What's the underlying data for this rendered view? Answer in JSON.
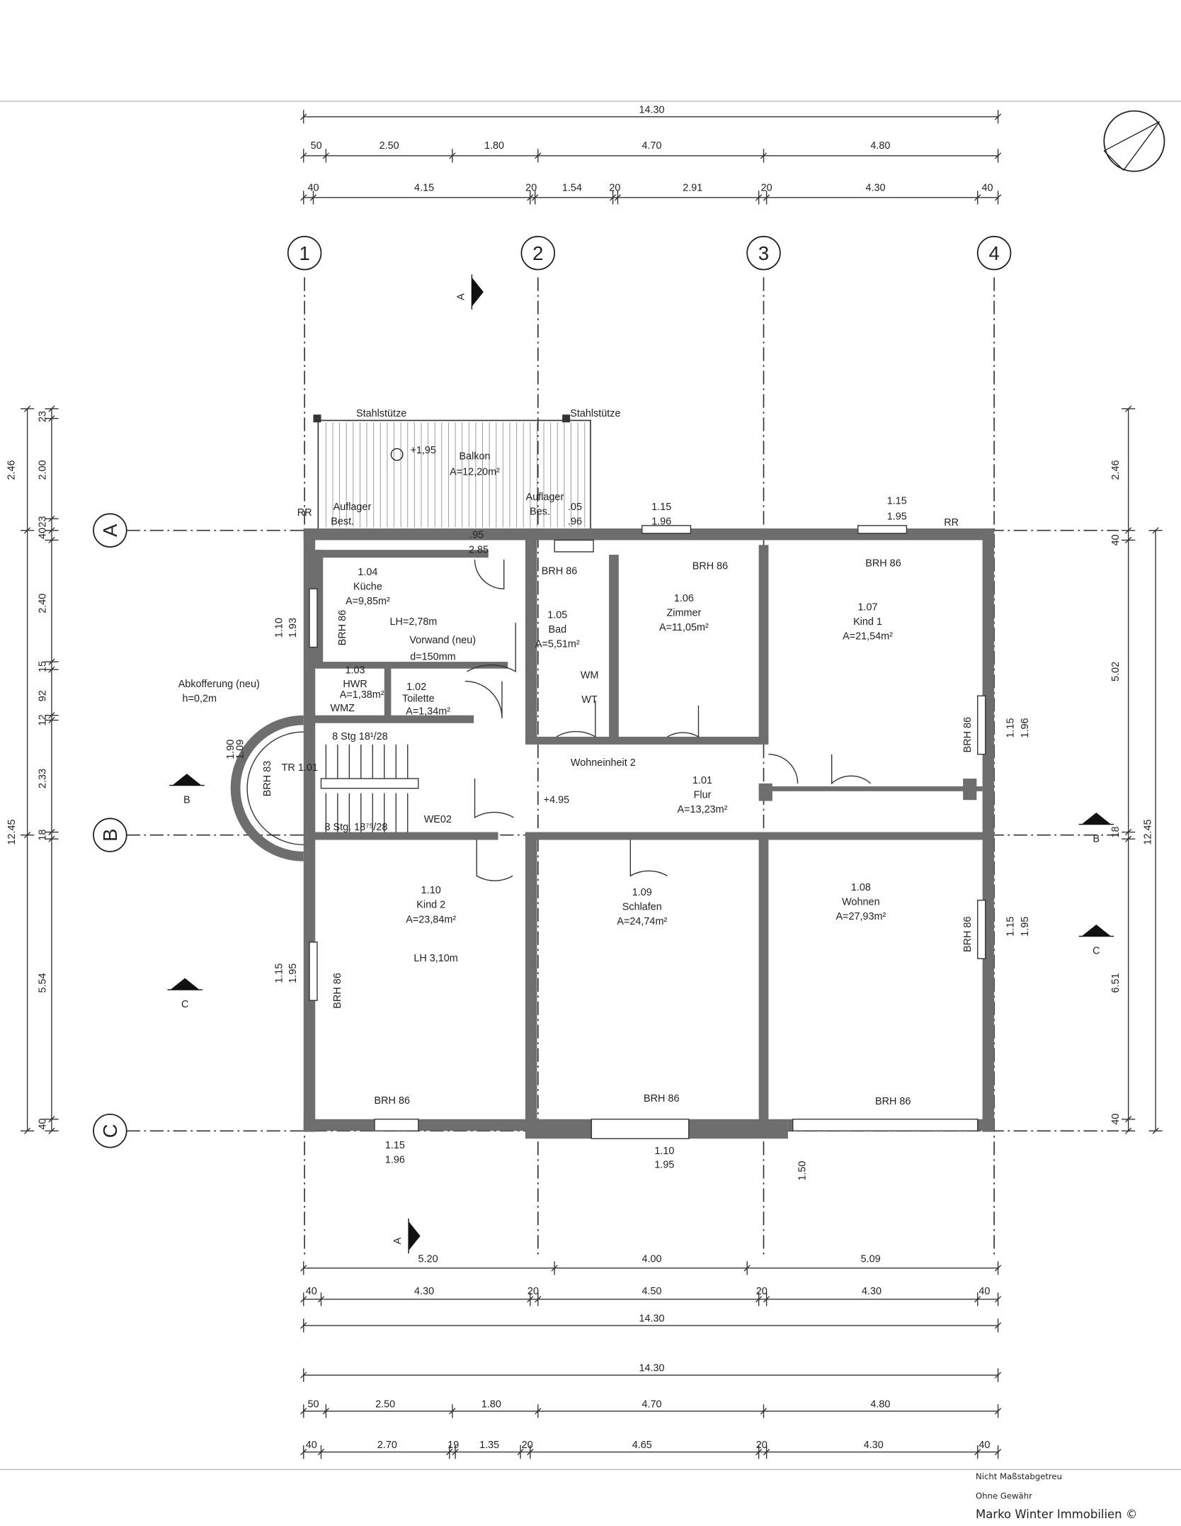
{
  "dims": {
    "top_total": "14.30",
    "top_row2": [
      "50",
      "2.50",
      "1.80",
      "4.70",
      "4.80"
    ],
    "top_row3": [
      "40",
      "4.15",
      "20",
      "1.54",
      "20",
      "2.91",
      "20",
      "4.30",
      "40"
    ],
    "left": [
      "2.46",
      "12.45",
      "23",
      "2.00",
      "40",
      "23",
      "2.40",
      "15",
      "92",
      "12",
      "2.33",
      "18",
      "5.54",
      "40"
    ],
    "right": [
      "2.46",
      "40",
      "5.02",
      "18",
      "6.51",
      "40",
      "12.45"
    ],
    "bottom_row1": [
      "5.20",
      "4.00",
      "5.09"
    ],
    "bottom_row2": [
      "40",
      "4.30",
      "20",
      "4.50",
      "20",
      "4.30",
      "40"
    ],
    "bottom_total": "14.30",
    "bottom2_total": "14.30",
    "bottom2_row2": [
      "50",
      "2.50",
      "1.80",
      "4.70",
      "4.80"
    ],
    "bottom2_row3": [
      "40",
      "2.70",
      "19",
      "1.35",
      "20",
      "4.65",
      "20",
      "4.30",
      "40"
    ],
    "windows": [
      "1.15",
      "1.96",
      "1.15",
      "1.95",
      ".05",
      ".96",
      "1.10",
      "1.93",
      "1.09",
      "1.90",
      "1.15",
      "1.96",
      "1.15",
      "1.95",
      "1.15",
      "1.95",
      "1.15",
      "1.96",
      "1.10",
      "1.95",
      "1.50"
    ]
  },
  "axes": {
    "columns": [
      "1",
      "2",
      "3",
      "4"
    ],
    "rows": [
      "A",
      "B",
      "C"
    ]
  },
  "sections": [
    "A",
    "A",
    "B",
    "B",
    "C",
    "C"
  ],
  "balcony": {
    "level": "+1,95",
    "name": "Balkon",
    "area": "A=12,20m²",
    "support_left": "Stahlstütze",
    "support_right": "Stahlstütze",
    "rr_left": "RR",
    "auflager_left": [
      "Auflager",
      "Best."
    ],
    "auflager_right": [
      "Auflager",
      "Bes."
    ],
    "door_dims": [
      ".95",
      "2.85"
    ],
    "rr_right": "RR"
  },
  "rooms": {
    "kueche": {
      "num": "1.04",
      "name": "Küche",
      "area": "A=9,85m²",
      "lh": "LH=2,78m",
      "brh": "BRH 86",
      "note": [
        "Vorwand (neu)",
        "d=150mm"
      ]
    },
    "abkofferung": [
      "Abkofferung (neu)",
      "h=0,2m"
    ],
    "hwr": {
      "num": "1.03",
      "name": "HWR",
      "area": "A=1,38m²",
      "wmz": "WMZ"
    },
    "toilette": {
      "num": "1.02",
      "name": "Toilette",
      "area": "A=1,34m²"
    },
    "bad": {
      "num": "1.05",
      "name": "Bad",
      "area": "A=5,51m²",
      "brh": "BRH 86",
      "wm": "WM",
      "wt": "WT"
    },
    "zimmer": {
      "num": "1.06",
      "name": "Zimmer",
      "area": "A=11,05m²",
      "brh": "BRH 86"
    },
    "kind1": {
      "num": "1.07",
      "name": "Kind 1",
      "area": "A=21,54m²",
      "brh": "BRH 86",
      "brh2": "BRH 86"
    },
    "stairs": {
      "upper": "8 Stg 18¹/28",
      "tr": "TR 1.01",
      "lower": "8 Stg. 18⁷⁵/28",
      "we": "WE02",
      "brh": "BRH 83"
    },
    "flur": {
      "unit": "Wohneinheit 2",
      "num": "1.01",
      "name": "Flur",
      "area": "A=13,23m²",
      "level": "+4.95"
    },
    "kind2": {
      "num": "1.10",
      "name": "Kind 2",
      "area": "A=23,84m²",
      "lh": "LH 3,10m",
      "brh": "BRH 86",
      "brh2": "BRH 86"
    },
    "schlafen": {
      "num": "1.09",
      "name": "Schlafen",
      "area": "A=24,74m²",
      "brh": "BRH 86"
    },
    "wohnen": {
      "num": "1.08",
      "name": "Wohnen",
      "area": "A=27,93m²",
      "brh": "BRH 86",
      "brh2": "BRH 86"
    }
  },
  "footer": {
    "line1": "Nicht Maßstabgetreu",
    "line2": "Ohne Gewähr",
    "line3": "Marko Winter Immobilien ©"
  }
}
